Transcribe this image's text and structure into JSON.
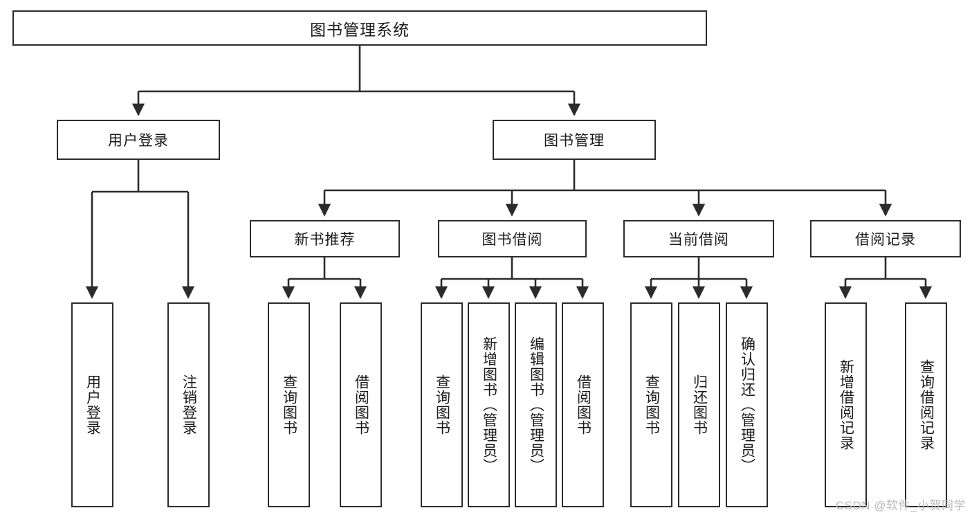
{
  "diagram": {
    "type": "tree",
    "title": "图书管理系统",
    "colors": {
      "box_border": "#2b2b2b",
      "box_fill": "#ffffff",
      "edge": "#2b2b2b",
      "text": "#1a1a1a",
      "watermark": "#b9b9b9",
      "background": "#ffffff"
    },
    "root": {
      "label": "图书管理系统"
    },
    "level2": [
      {
        "id": "user-login",
        "label": "用户登录"
      },
      {
        "id": "book-manage",
        "label": "图书管理"
      }
    ],
    "level3": [
      {
        "id": "new-book-recommend",
        "label": "新书推荐"
      },
      {
        "id": "book-borrow",
        "label": "图书借阅"
      },
      {
        "id": "current-borrow",
        "label": "当前借阅"
      },
      {
        "id": "borrow-record",
        "label": "借阅记录"
      }
    ],
    "leaves": {
      "user-login": [
        {
          "id": "leaf-user-login",
          "label": "用户登录"
        },
        {
          "id": "leaf-logout-login",
          "label": "注销登录"
        }
      ],
      "new-book-recommend": [
        {
          "id": "leaf-query-book-1",
          "label": "查询图书"
        },
        {
          "id": "leaf-borrow-book-1",
          "label": "借阅图书"
        }
      ],
      "book-borrow": [
        {
          "id": "leaf-query-book-2",
          "label": "查询图书"
        },
        {
          "id": "leaf-add-book",
          "label": "新增图书（管理员）"
        },
        {
          "id": "leaf-edit-book",
          "label": "编辑图书（管理员）"
        },
        {
          "id": "leaf-borrow-book-2",
          "label": "借阅图书"
        }
      ],
      "current-borrow": [
        {
          "id": "leaf-query-book-3",
          "label": "查询图书"
        },
        {
          "id": "leaf-return-book",
          "label": "归还图书"
        },
        {
          "id": "leaf-confirm-return",
          "label": "确认归还（管理员）"
        }
      ],
      "borrow-record": [
        {
          "id": "leaf-add-record",
          "label": "新增借阅记录"
        },
        {
          "id": "leaf-query-record",
          "label": "查询借阅记录"
        }
      ]
    }
  },
  "watermark": {
    "text": "CSDN @软件_小贺同学"
  }
}
